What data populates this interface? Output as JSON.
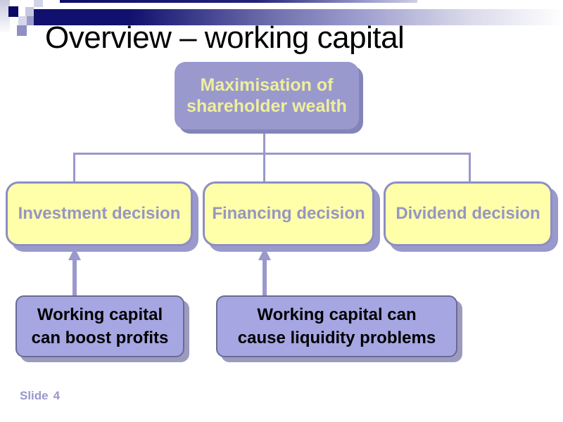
{
  "slide": {
    "title": "Overview – working capital",
    "footer": {
      "label": "Slide",
      "number": "4"
    }
  },
  "diagram": {
    "root": {
      "line1": "Maximisation of",
      "line2": "shareholder wealth"
    },
    "decisions": [
      "Investment decision",
      "Financing decision",
      "Dividend decision"
    ],
    "notes": [
      {
        "line1": "Working capital",
        "line2": "can boost profits"
      },
      {
        "line1": "Working capital can",
        "line2": "cause liquidity problems"
      }
    ]
  },
  "colors": {
    "navy": "#0d0d6b",
    "periwinkle": "#9999cc",
    "root_box_fill": "#9a99ce",
    "root_box_text": "#efef9b",
    "decision_fill": "#ffffaa",
    "decision_border": "#8d8dc3",
    "decision_text": "#9696c2",
    "note_fill": "#a6a6e3",
    "note_border": "#6a6a92",
    "note_text": "#000000",
    "connector": "#9999cc"
  }
}
